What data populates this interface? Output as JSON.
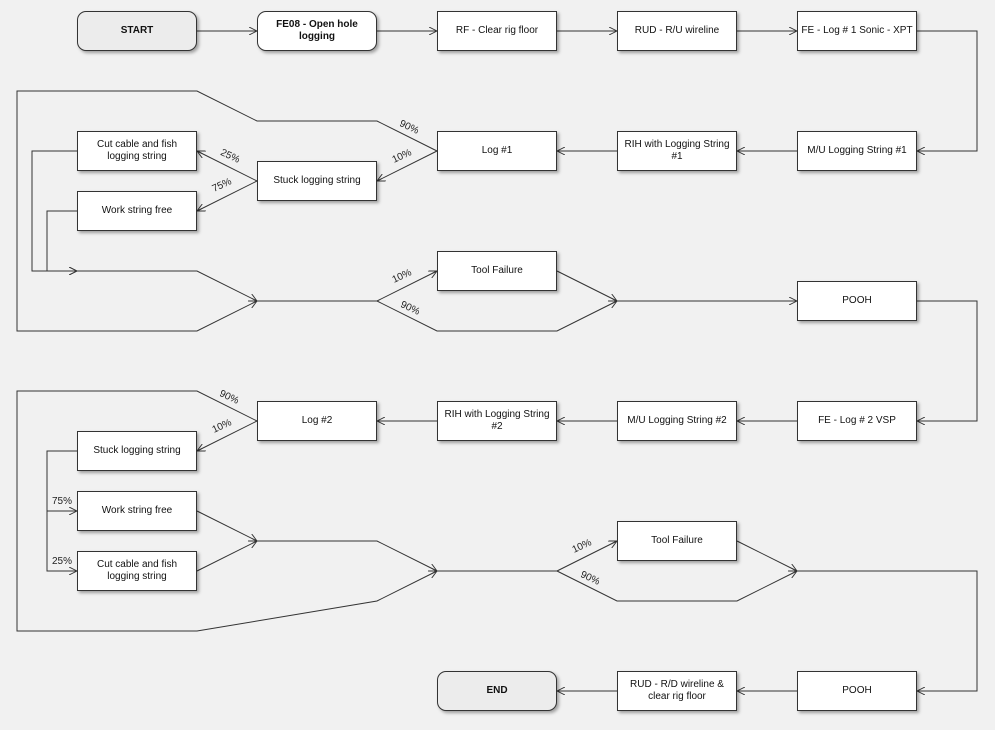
{
  "colors": {
    "background": "#f1f1f1",
    "line": "#333333",
    "box": "#ffffff",
    "terminal": "#ececec"
  },
  "nodes": {
    "start": "START",
    "fe08": "FE08 - Open hole logging",
    "rf_clear": "RF - Clear rig floor",
    "rud_ru": "RUD - R/U wireline",
    "fe_log1": "FE - Log # 1 Sonic - XPT",
    "mu_string1": "M/U Logging String #1",
    "rih1": "RIH with Logging String #1",
    "log1": "Log #1",
    "stuck1": "Stuck logging string",
    "cut1": "Cut cable and fish logging string",
    "free1": "Work string free",
    "tool_fail1": "Tool Failure",
    "pooh1": "POOH",
    "fe_log2": "FE - Log # 2 VSP",
    "mu_string2": "M/U Logging String #2",
    "rih2": "RIH with Logging String #2",
    "log2": "Log #2",
    "stuck2": "Stuck logging string",
    "free2": "Work string free",
    "cut2": "Cut cable and fish logging string",
    "tool_fail2": "Tool Failure",
    "pooh2": "POOH",
    "rud_rd": "RUD - R/D wireline & clear rig floor",
    "end": "END"
  },
  "probabilities": {
    "log1_bypass": "90%",
    "log1_stuck": "10%",
    "stuck1_cut": "25%",
    "stuck1_free": "75%",
    "merge1_tool_fail": "10%",
    "merge1_ok": "90%",
    "log2_bypass": "90%",
    "log2_stuck": "10%",
    "stuck2_free": "75%",
    "stuck2_cut": "25%",
    "merge2_tool_fail": "10%",
    "merge2_ok": "90%"
  }
}
